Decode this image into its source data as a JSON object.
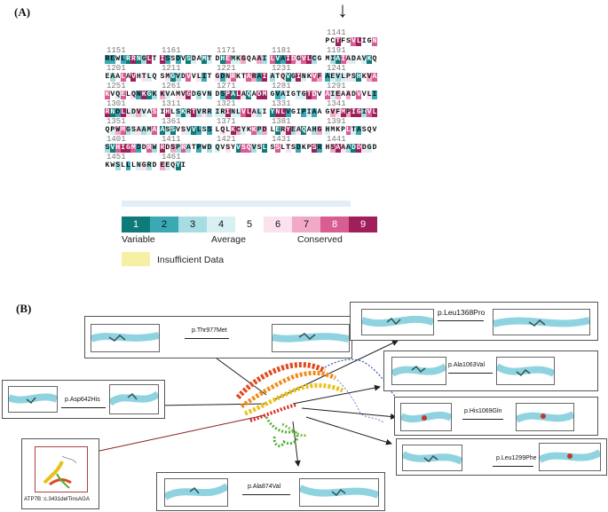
{
  "panelA": {
    "label": "(A)",
    "arrow": "↓",
    "rows": [
      {
        "nums": [
          "1141"
        ],
        "blocks": [
          "PCTFSVLIGN"
        ]
      },
      {
        "nums": [
          "1151",
          "1161",
          "1171",
          "1181",
          "1191"
        ],
        "blocks": [
          "REWLRRNGLT",
          "ISSDVSDAMT",
          "DHEMKGQAAI",
          "LVAIDGVLCG",
          "MIAIADAVKQ"
        ]
      },
      {
        "nums": [
          "1201",
          "1211",
          "1221",
          "1231",
          "1241"
        ],
        "blocks": [
          "EAALAVHTLQ",
          "SMGVDVVLIT",
          "GDNRKTARAI",
          "ATQVGINKVF",
          "AEVLPSHKVA"
        ]
      },
      {
        "nums": [
          "1251",
          "1261",
          "1271",
          "1281",
          "1291"
        ],
        "blocks": [
          "KVQELQNKGK",
          "KVAMVGDGVN",
          "DSPALAQADM",
          "GVAIGTGTDV",
          "AIEAADVVLI"
        ]
      },
      {
        "nums": [
          "1301",
          "1311",
          "1321",
          "1331",
          "1341"
        ],
        "blocks": [
          "RNDLLDVVAS",
          "IHLSKRTVRR",
          "IRINLVLALI",
          "YNLVGIPIAA",
          "GVFMPIGIVL"
        ]
      },
      {
        "nums": [
          "1351",
          "1361",
          "1371",
          "1381",
          "1391"
        ],
        "blocks": [
          "QPWMGSAAMA",
          "ASSVSVVLSS",
          "LQLKCYKKPD",
          "LERYEAQAHG",
          "HMKPLTASQV"
        ]
      },
      {
        "nums": [
          "1401",
          "1411",
          "1421",
          "1431",
          "1441"
        ],
        "blocks": [
          "SVHIGMDDRW",
          "RDSPRATPWD",
          "QVSYVSQVSL",
          "SSLTSDKPSR",
          "HSAAADDDGD"
        ]
      },
      {
        "nums": [
          "1451",
          "1461"
        ],
        "blocks": [
          "KWSLLLNGRD",
          "EEQYI"
        ]
      }
    ],
    "scale": {
      "numbers": [
        "1",
        "2",
        "3",
        "4",
        "5",
        "6",
        "7",
        "8",
        "9"
      ],
      "colors": [
        "#0f7a7a",
        "#3aa9b4",
        "#a7dde2",
        "#d8f0f2",
        "#ffffff",
        "#fbe2ee",
        "#f2a9c8",
        "#d95c93",
        "#9e1f5a"
      ],
      "variable": "Variable",
      "average": "Average",
      "conserved": "Conserved",
      "insufficient": "Insufficient Data",
      "insufficient_color": "#f6f0a4"
    }
  },
  "panelB": {
    "label": "(B)",
    "mutations": {
      "thr977": "p.Thr977Met",
      "leu1368": "p.Leu1368Pro",
      "ala1063": "p.Ala1063Val",
      "asp642": "p.Asp642His",
      "his1069": "p.His1069Gln",
      "leu1299": "p.Leu1299Phe",
      "ala874": "p.Ala874Val",
      "indel": "ATP7B :c.3431delTinsAGA"
    }
  }
}
